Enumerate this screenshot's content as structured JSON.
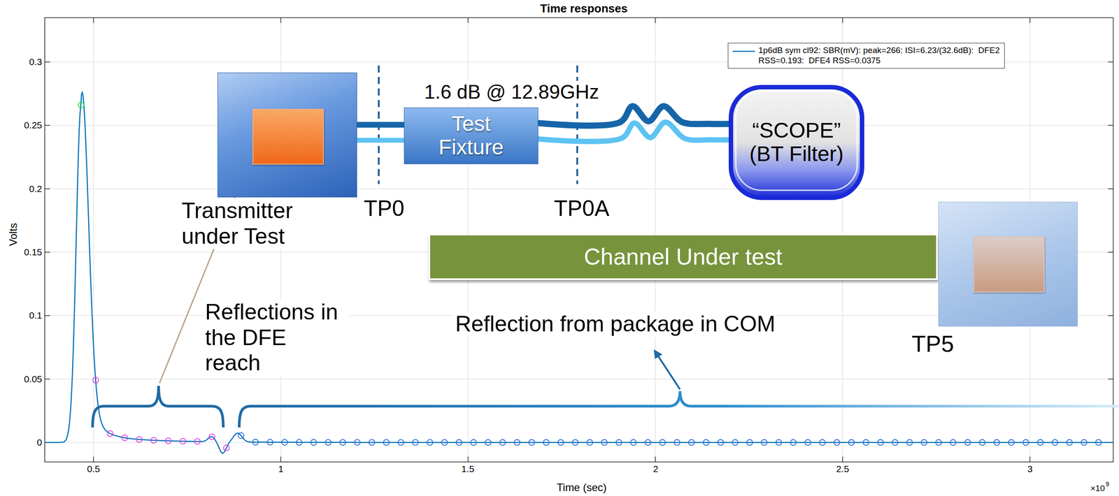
{
  "diagram": {
    "title": "Time responses",
    "nodes": [
      {
        "text": [
          "Transmitter under Test"
        ]
      },
      {
        "text": [
          "Test Fixture"
        ]
      },
      {
        "text": [
          "“SCOPE” (BT Filter)"
        ]
      },
      {
        "text": [
          "Channel Under test"
        ]
      },
      {
        "text": [
          "TP5"
        ]
      }
    ],
    "edges": [
      {
        "from": 0,
        "to": 1,
        "arrow": "none"
      },
      {
        "from": 1,
        "to": 2,
        "arrow": "none"
      }
    ],
    "labels": [
      "0.3",
      "0.25",
      "0.2",
      "0.15",
      "0.1",
      "0.05",
      "0",
      "0.5",
      "1",
      "1.5",
      "2",
      "2.5",
      "3",
      "×10",
      "9",
      "Volts",
      "Time (sec)",
      "1.6 dB @ 12.89GHz",
      "TP0",
      "TP0A",
      "Reflections in the DFE reach",
      "Reflection from package in COM"
    ],
    "legend": [
      {
        "text": "1p6dB sym cl92: SBR(mV): peak=266: ISI=6.23/(32.6dB):  DFE2 RSS=0.193:  DFE4 RSS=0.0375"
      }
    ]
  }
}
